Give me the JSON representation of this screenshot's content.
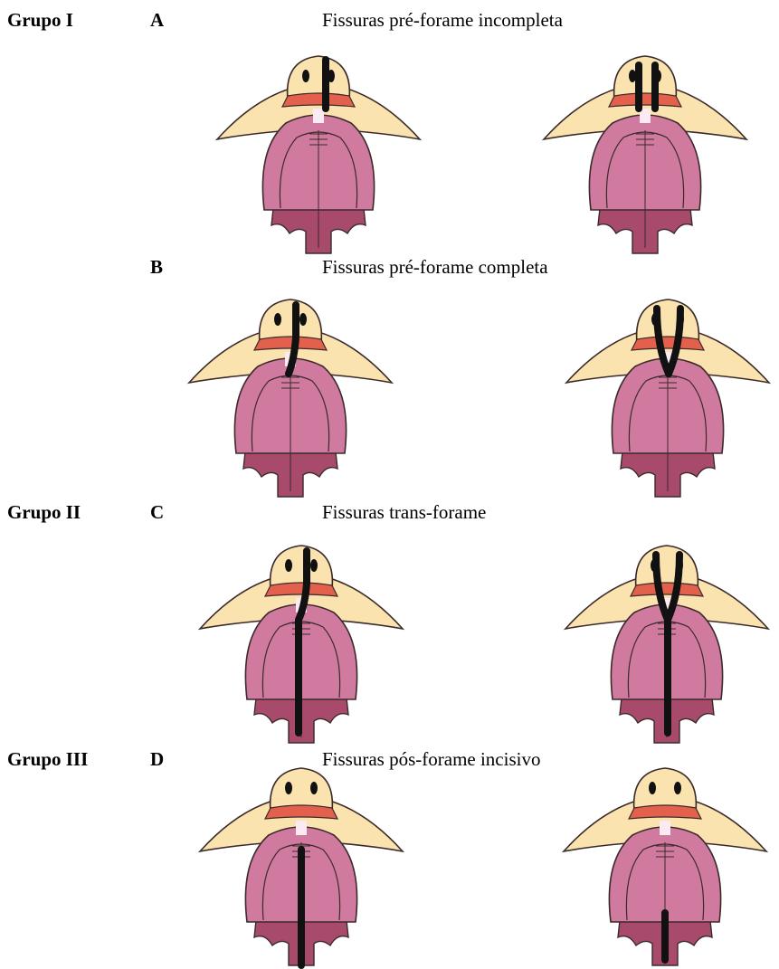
{
  "sections": [
    {
      "group": "Grupo I",
      "letter": "A",
      "title": "Fissuras pré-forame incompleta",
      "variants": [
        "unilateral",
        "bilateral"
      ]
    },
    {
      "group": "",
      "letter": "B",
      "title": "Fissuras pré-forame completa",
      "variants": [
        "unilateral",
        "bilateral"
      ]
    },
    {
      "group": "Grupo II",
      "letter": "C",
      "title": "Fissuras trans-forame",
      "variants": [
        "unilateral",
        "bilateral"
      ]
    },
    {
      "group": "Grupo III",
      "letter": "D",
      "title": "Fissuras pós-forame incisivo",
      "variants": [
        "complete",
        "partial"
      ]
    }
  ],
  "colors": {
    "skin": "#fbe3b0",
    "lip": "#e2604c",
    "palate": "#cf7a9e",
    "soft_palate": "#a84a6c",
    "outline": "#3a2a2a",
    "cleft": "#111111"
  }
}
